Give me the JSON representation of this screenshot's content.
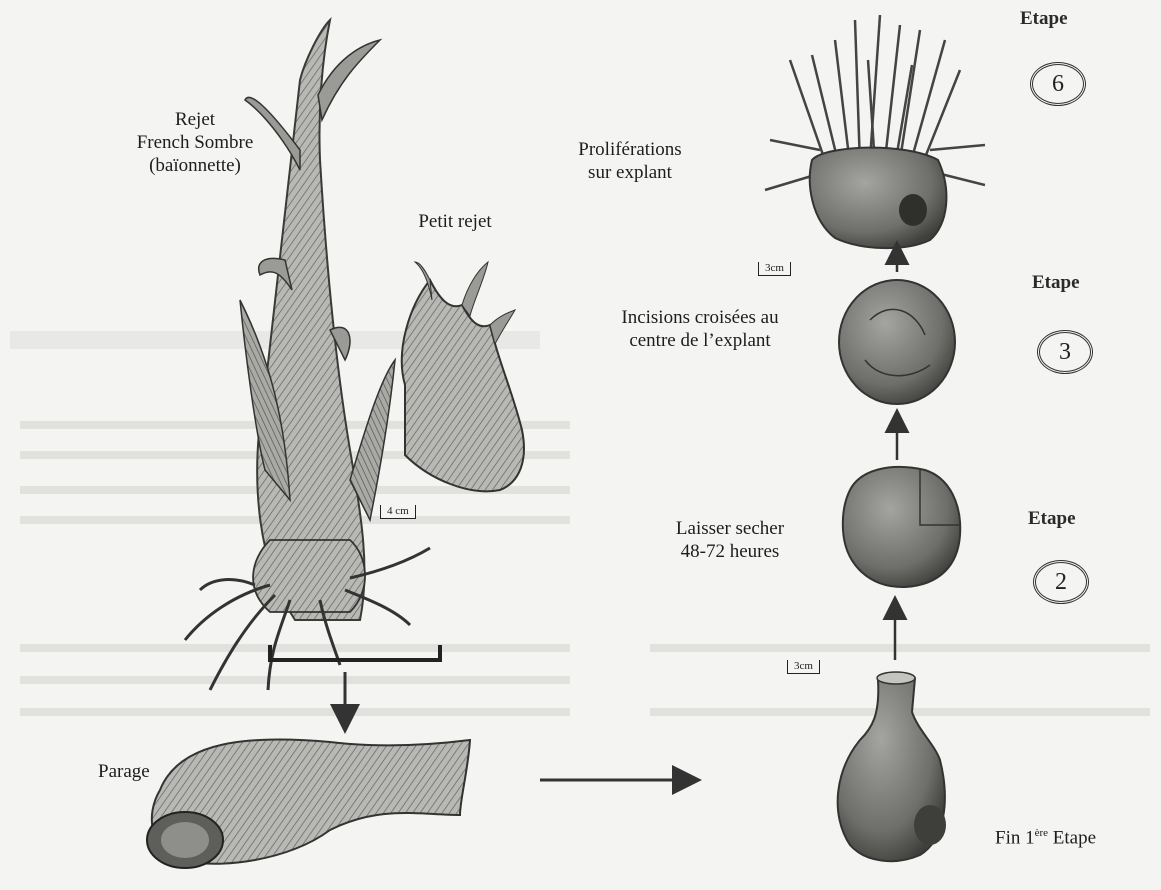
{
  "labels": {
    "rejet": [
      "Rejet",
      "French Sombre",
      "(baïonnette)"
    ],
    "petit_rejet": "Petit rejet",
    "parage": "Parage",
    "proliferations": [
      "Proliférations",
      "sur explant"
    ],
    "incisions": [
      "Incisions croisées au",
      "centre de l’explant"
    ],
    "laisser": [
      "Laisser secher",
      "48-72 heures"
    ],
    "fin_prefix": "Fin 1",
    "fin_sup": "ère",
    "fin_suffix": " Etape"
  },
  "scale_bars": {
    "rejet": "4 cm",
    "top": "3cm",
    "bottom": "3cm"
  },
  "etapes": [
    {
      "word": "Etape",
      "number": "6"
    },
    {
      "word": "Etape",
      "number": "3"
    },
    {
      "word": "Etape",
      "number": "2"
    }
  ],
  "colors": {
    "ink": "#1f1f1f",
    "paper": "#f4f4f2",
    "plant": "#8a8a86"
  }
}
